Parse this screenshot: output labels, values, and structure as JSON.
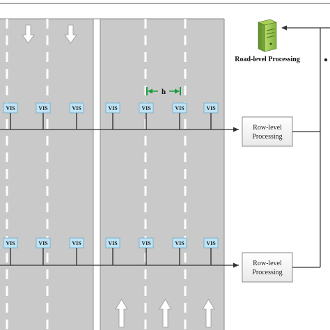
{
  "diagram": {
    "server_label": "Road-level Processing",
    "spacing_label": "h",
    "sensor_label": "VIS",
    "row_processing_label_line1": "Row-level",
    "row_processing_label_line2": "Processing",
    "colors": {
      "road": "#c9c9c9",
      "lane_marking": "#ffffff",
      "sensor_fill": "#bfe3f4",
      "sensor_border": "#6aa9c9",
      "spacing_marker": "#1a9a3a",
      "server_green": "#8fc14a",
      "line": "#333333"
    },
    "sensor_rows": 2,
    "sensors_per_row": 7,
    "lane_arrows": {
      "top_direction": "down",
      "bottom_direction": "up"
    }
  }
}
